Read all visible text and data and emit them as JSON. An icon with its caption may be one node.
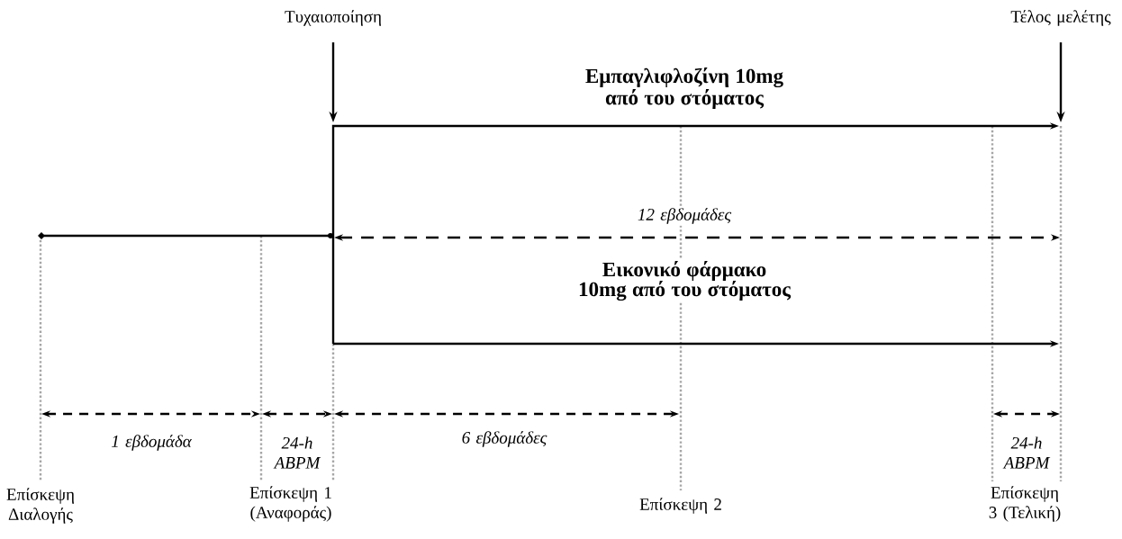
{
  "diagram": {
    "nodes": [
      {
        "text": [
          "Τυχαιοποίηση"
        ]
      },
      {
        "text": [
          "Τέλος μελέτης"
        ]
      },
      {
        "text": [
          "Επίσκεψη Διαλογής"
        ]
      },
      {
        "text": [
          "Επίσκεψη 1 (Αναφοράς)"
        ]
      },
      {
        "text": [
          "Επίσκεψη 2"
        ]
      },
      {
        "text": [
          "Επίσκεψη 3 (Τελική)"
        ]
      }
    ],
    "edges": [
      {
        "from": 0,
        "to": null,
        "arrow": "to"
      },
      {
        "from": 1,
        "to": null,
        "arrow": "to"
      }
    ],
    "labels": [
      "Εμπαγλιφλοζίνη 10mg από του στόματος",
      "12 εβδομάδες",
      "Εικονικό φάρμακο 10mg από του στόματος",
      "1 εβδομάδα",
      "24-h ABPM",
      "6 εβδομάδες",
      "24-h ABPM"
    ]
  }
}
